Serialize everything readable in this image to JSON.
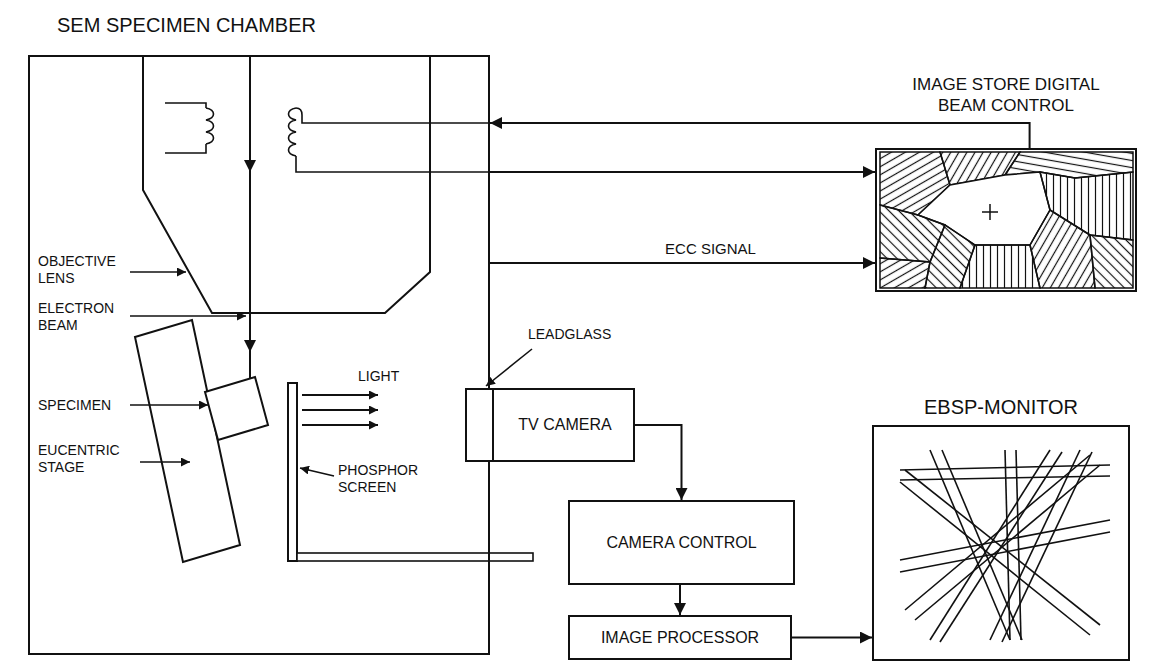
{
  "diagram": {
    "nodes": [
      {
        "text": [
          "SEM SPECIMEN CHAMBER"
        ]
      },
      {
        "text": [
          "IMAGE STORE DIGITAL BEAM CONTROL"
        ]
      },
      {
        "text": [
          "TV CAMERA"
        ]
      },
      {
        "text": [
          "CAMERA CONTROL"
        ]
      },
      {
        "text": [
          "IMAGE PROCESSOR"
        ]
      },
      {
        "text": [
          "EBSP-MONITOR"
        ]
      }
    ],
    "edges": [
      {
        "from": 1,
        "to": 0,
        "arrow": "to"
      },
      {
        "from": 0,
        "to": 1,
        "arrow": "to"
      },
      {
        "from": 0,
        "to": 1,
        "label": "ECC SIGNAL",
        "arrow": "to"
      },
      {
        "from": 2,
        "to": 3,
        "arrow": "to"
      },
      {
        "from": 3,
        "to": 4,
        "arrow": "to"
      },
      {
        "from": 4,
        "to": 5,
        "arrow": "to"
      }
    ],
    "labels": [
      "OBJECTIVE LENS",
      "ELECTRON BEAM",
      "SPECIMEN",
      "EUCENTRIC STAGE",
      "LIGHT",
      "PHOSPHOR SCREEN",
      "LEADGLASS"
    ]
  }
}
